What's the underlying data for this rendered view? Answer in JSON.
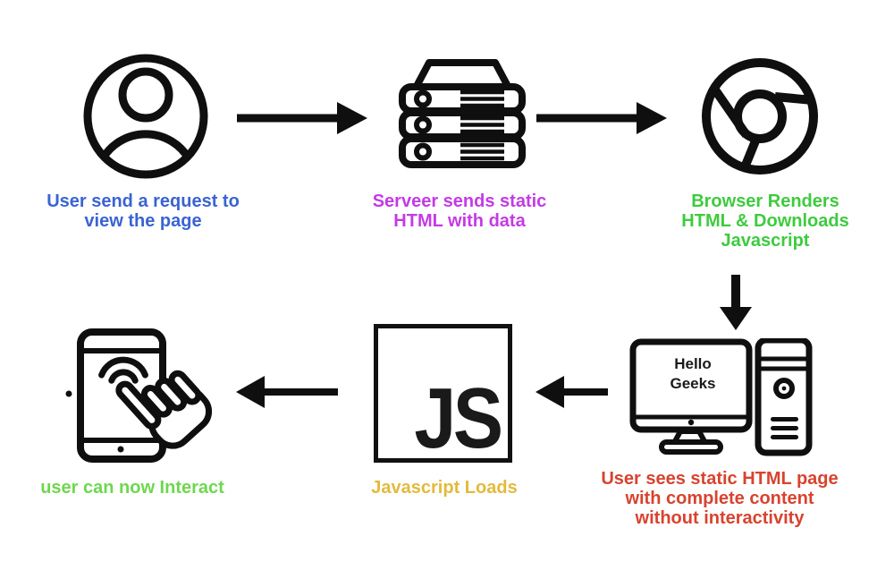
{
  "flow": {
    "steps": [
      {
        "name": "user-request",
        "icon": "user-circle-icon",
        "label": "User send a request to\nview the page",
        "color": "#3a63d4"
      },
      {
        "name": "server-response",
        "icon": "server-icon",
        "label": "Serveer sends static\nHTML with data",
        "color": "#c43ae6"
      },
      {
        "name": "browser-render",
        "icon": "chrome-browser-icon",
        "label": "Browser Renders\nHTML & Downloads\nJavascript",
        "color": "#3ecb3e"
      },
      {
        "name": "static-page",
        "icon": "desktop-computer-icon",
        "label": "User sees static HTML page\nwith complete content\nwithout interactivity",
        "color": "#d8432f",
        "screen_text": "Hello\nGeeks"
      },
      {
        "name": "js-loads",
        "icon": "javascript-icon",
        "label": "Javascript Loads",
        "color": "#e3ba3c",
        "icon_text": "JS"
      },
      {
        "name": "interact",
        "icon": "touch-phone-icon",
        "label": "user can now Interact",
        "color": "#6ed74f"
      }
    ],
    "icon_stroke_color": "#0f0f0f"
  }
}
